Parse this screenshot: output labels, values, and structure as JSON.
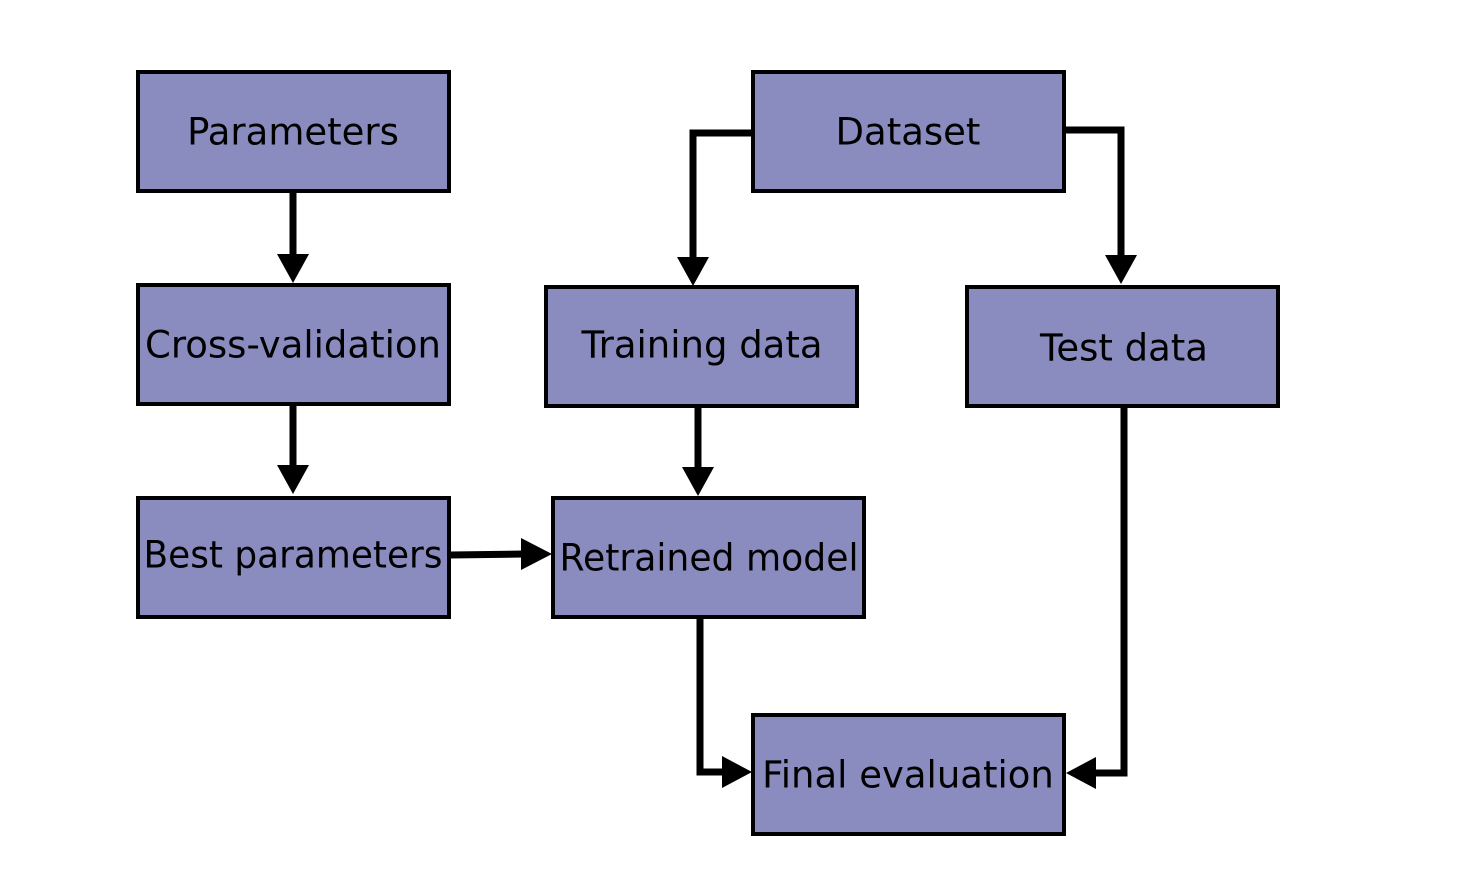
{
  "colors": {
    "node_fill": "#8a8cc0",
    "stroke": "#000000",
    "background": "#ffffff"
  },
  "nodes": {
    "parameters": "Parameters",
    "cross_validation": "Cross-validation",
    "best_parameters": "Best parameters",
    "dataset": "Dataset",
    "training_data": "Training data",
    "test_data": "Test data",
    "retrained_model": "Retrained model",
    "final_evaluation": "Final evaluation"
  },
  "edges": [
    {
      "from": "Parameters",
      "to": "Cross-validation"
    },
    {
      "from": "Cross-validation",
      "to": "Best parameters"
    },
    {
      "from": "Best parameters",
      "to": "Retrained model"
    },
    {
      "from": "Dataset",
      "to": "Training data"
    },
    {
      "from": "Dataset",
      "to": "Test data"
    },
    {
      "from": "Training data",
      "to": "Retrained model"
    },
    {
      "from": "Retrained model",
      "to": "Final evaluation"
    },
    {
      "from": "Test data",
      "to": "Final evaluation"
    }
  ]
}
